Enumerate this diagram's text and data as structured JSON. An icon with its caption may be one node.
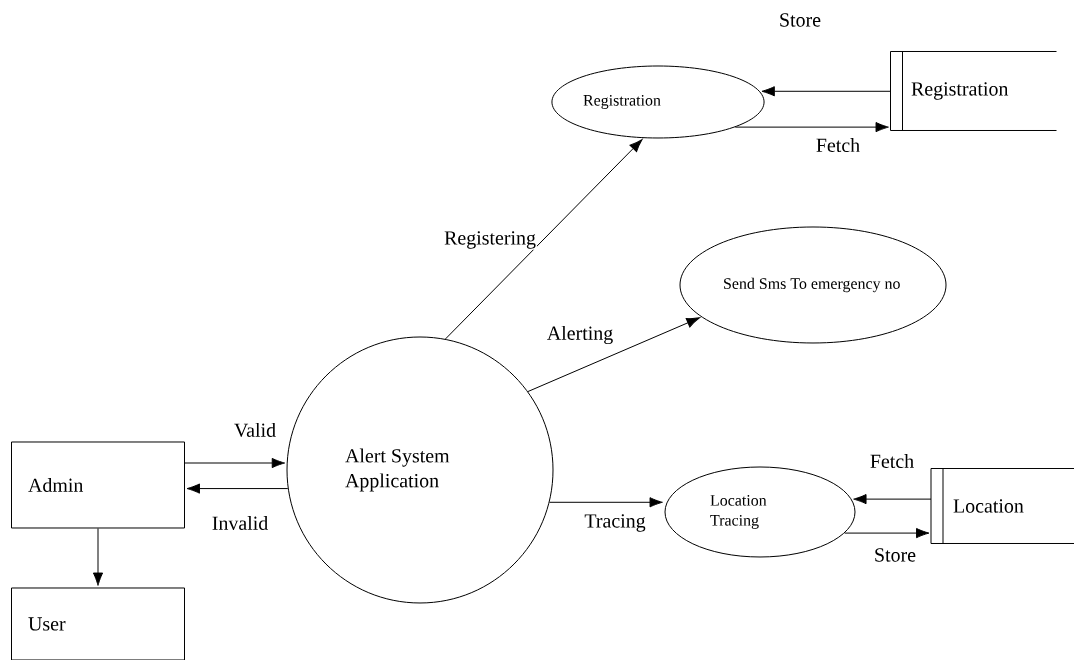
{
  "diagram": {
    "nodes": [
      {
        "text": [
          "Admin"
        ]
      },
      {
        "text": [
          "User"
        ]
      },
      {
        "text": [
          "Alert System Application"
        ]
      },
      {
        "text": [
          "Registration"
        ]
      },
      {
        "text": [
          "Registration"
        ]
      },
      {
        "text": [
          "Send Sms To emergency no"
        ]
      },
      {
        "text": [
          "Location Tracing"
        ]
      },
      {
        "text": [
          "Location"
        ]
      }
    ],
    "edges": [
      {
        "from": 0,
        "to": 2,
        "arrow": "to",
        "label": "Valid"
      },
      {
        "from": 2,
        "to": 0,
        "arrow": "to",
        "label": "Invalid"
      },
      {
        "from": 0,
        "to": 1,
        "arrow": "to"
      },
      {
        "from": 2,
        "to": 3,
        "arrow": "to",
        "label": "Registering"
      },
      {
        "from": 4,
        "to": 3,
        "arrow": "to",
        "label": "Store"
      },
      {
        "from": 3,
        "to": 4,
        "arrow": "to",
        "label": "Fetch"
      },
      {
        "from": 2,
        "to": 5,
        "arrow": "to",
        "label": "Alerting"
      },
      {
        "from": 2,
        "to": 6,
        "arrow": "to",
        "label": "Tracing"
      },
      {
        "from": 7,
        "to": 6,
        "arrow": "to",
        "label": "Fetch"
      },
      {
        "from": 6,
        "to": 7,
        "arrow": "to",
        "label": "Store"
      }
    ]
  }
}
